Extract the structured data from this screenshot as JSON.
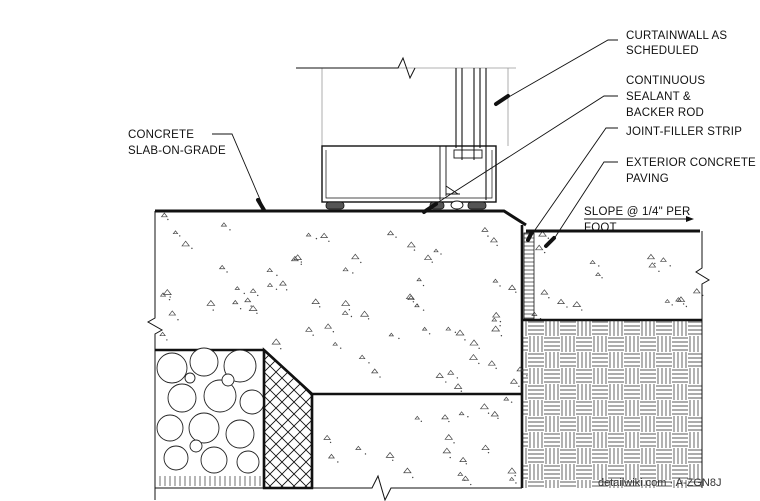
{
  "notes": {
    "curtainwall_1": "CURTAINWALL AS",
    "curtainwall_2": "SCHEDULED",
    "sealant_1": "CONTINUOUS",
    "sealant_2": "SEALANT &",
    "sealant_3": "BACKER ROD",
    "joint_filler": "JOINT-FILLER STRIP",
    "paving_1": "EXTERIOR CONCRETE",
    "paving_2": "PAVING",
    "slab_1": "CONCRETE",
    "slab_2": "SLAB-ON-GRADE",
    "slope_1": "SLOPE @ 1/4\" PER",
    "slope_2": "FOOT"
  },
  "credit": "detailwiki.com · A-ZGN8J",
  "colors": {
    "line": "#111111",
    "stipple": "#444444"
  }
}
